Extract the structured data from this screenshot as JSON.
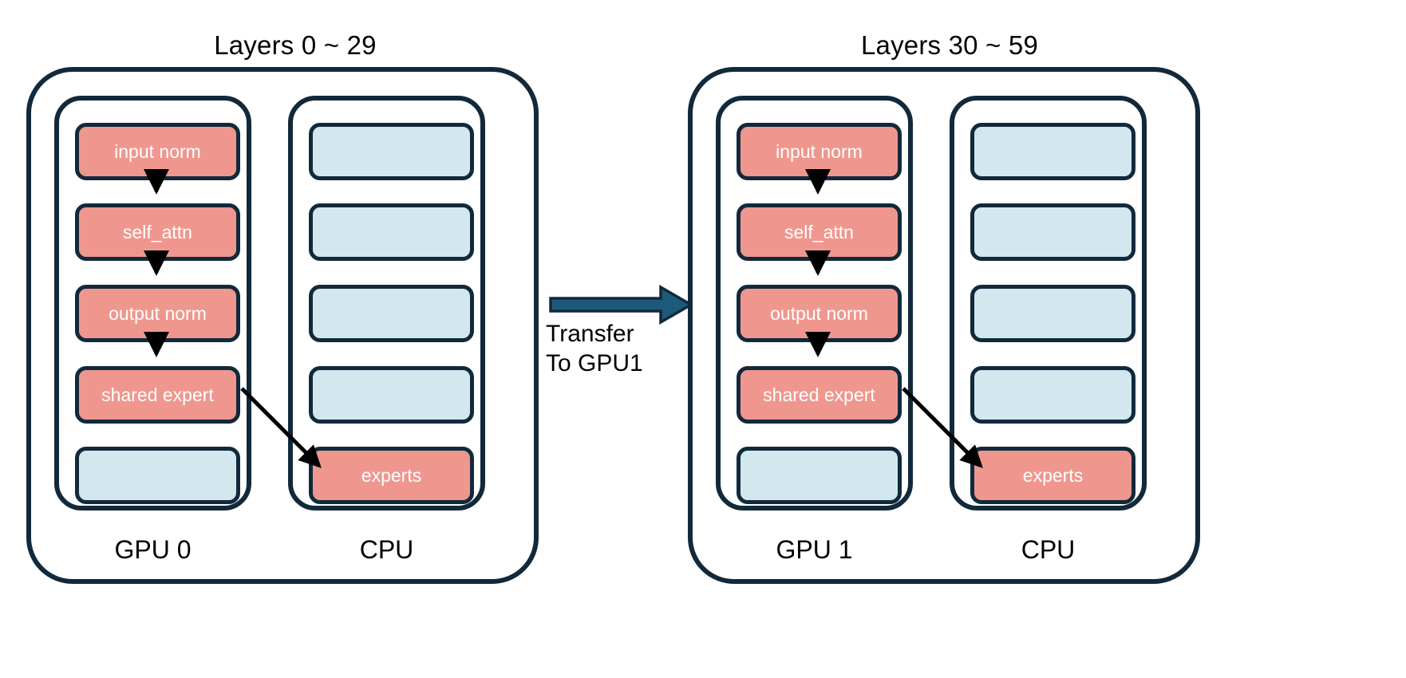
{
  "diagram": {
    "title_left": "Layers 0 ~ 29",
    "title_right": "Layers 30 ~ 59",
    "transfer": {
      "line1": "Transfer",
      "line2": "To GPU1",
      "arrow_icon": "right-block-arrow-icon",
      "arrow_color": "#1d5a7a"
    },
    "colors": {
      "outline": "#11293b",
      "active_block": "#ef978e",
      "idle_block": "#d2e7ee",
      "background": "#ffffff",
      "arrow": "#000000",
      "transfer_arrow": "#1d5a7a"
    },
    "panels": [
      {
        "id": "panel-left",
        "title": "Layers 0 ~ 29",
        "gpu": {
          "label": "GPU 0",
          "blocks": [
            {
              "label": "input norm",
              "state": "active"
            },
            {
              "label": "self_attn",
              "state": "active"
            },
            {
              "label": "output norm",
              "state": "active"
            },
            {
              "label": "shared expert",
              "state": "active"
            },
            {
              "label": "",
              "state": "idle"
            }
          ]
        },
        "cpu": {
          "label": "CPU",
          "blocks": [
            {
              "label": "",
              "state": "idle"
            },
            {
              "label": "",
              "state": "idle"
            },
            {
              "label": "",
              "state": "idle"
            },
            {
              "label": "",
              "state": "idle"
            },
            {
              "label": "experts",
              "state": "active"
            }
          ]
        }
      },
      {
        "id": "panel-right",
        "title": "Layers 30 ~ 59",
        "gpu": {
          "label": "GPU 1",
          "blocks": [
            {
              "label": "input norm",
              "state": "active"
            },
            {
              "label": "self_attn",
              "state": "active"
            },
            {
              "label": "output norm",
              "state": "active"
            },
            {
              "label": "shared expert",
              "state": "active"
            },
            {
              "label": "",
              "state": "idle"
            }
          ]
        },
        "cpu": {
          "label": "CPU",
          "blocks": [
            {
              "label": "",
              "state": "idle"
            },
            {
              "label": "",
              "state": "idle"
            },
            {
              "label": "",
              "state": "idle"
            },
            {
              "label": "",
              "state": "idle"
            },
            {
              "label": "experts",
              "state": "active"
            }
          ]
        }
      }
    ]
  }
}
